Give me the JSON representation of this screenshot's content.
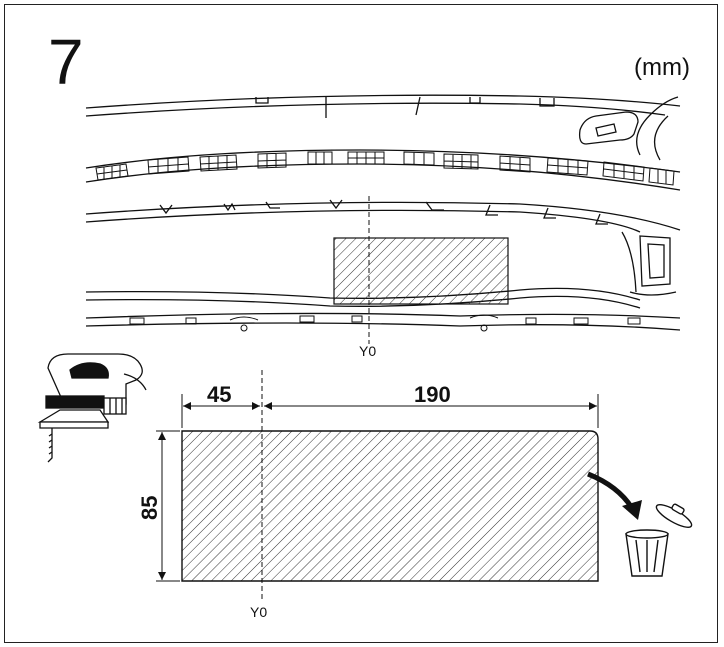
{
  "step": {
    "number": "7"
  },
  "units": {
    "label": "(mm)"
  },
  "reference": {
    "label": "Y0"
  },
  "dimensions": {
    "left_offset": "45",
    "cut_width": "190",
    "cut_height": "85"
  },
  "icons": {
    "tool": "jigsaw-icon",
    "discard": "trash-bin-icon",
    "arrow": "curved-arrow-icon"
  },
  "colors": {
    "line": "#111111",
    "hatch": "#333333",
    "background": "#ffffff"
  }
}
